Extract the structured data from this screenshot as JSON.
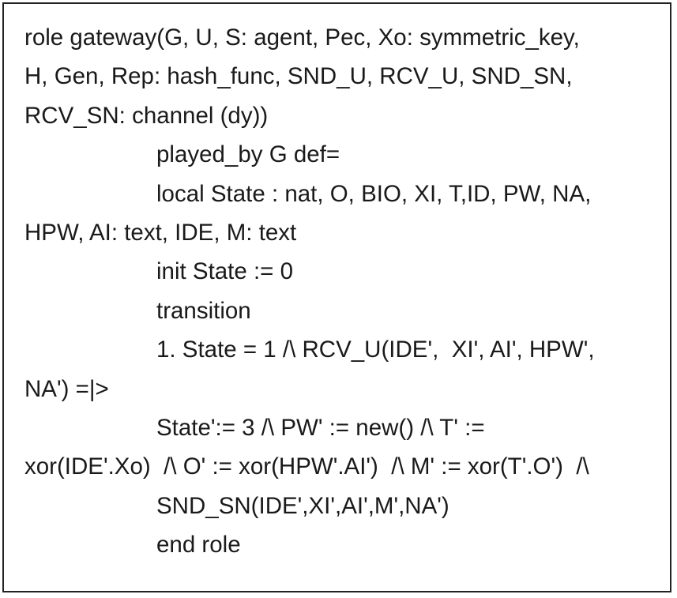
{
  "document": {
    "lines": [
      {
        "text": "role gateway(G, U, S: agent, Pec, Xo: symmetric_key,",
        "indent": false
      },
      {
        "text": "H, Gen, Rep: hash_func, SND_U, RCV_U, SND_SN,",
        "indent": false
      },
      {
        "text": "RCV_SN: channel (dy))",
        "indent": false
      },
      {
        "text": "played_by G def=",
        "indent": true
      },
      {
        "text": "local State : nat, O, BIO, XI, T,ID, PW, NA,",
        "indent": true
      },
      {
        "text": "HPW, AI: text, IDE, M: text",
        "indent": false
      },
      {
        "text": "init State := 0",
        "indent": true
      },
      {
        "text": "transition",
        "indent": true
      },
      {
        "text": "1. State = 1 /\\ RCV_U(IDE',  XI', AI', HPW',",
        "indent": true
      },
      {
        "text": "NA') =|>",
        "indent": false
      },
      {
        "text": "State':= 3 /\\ PW' := new() /\\ T' :=",
        "indent": true
      },
      {
        "text": "xor(IDE'.Xo)  /\\ O' := xor(HPW'.AI')  /\\ M' := xor(T'.O')  /\\",
        "indent": false
      },
      {
        "text": "SND_SN(IDE',XI',AI',M',NA')",
        "indent": true
      },
      {
        "text": "end role",
        "indent": true
      }
    ]
  }
}
